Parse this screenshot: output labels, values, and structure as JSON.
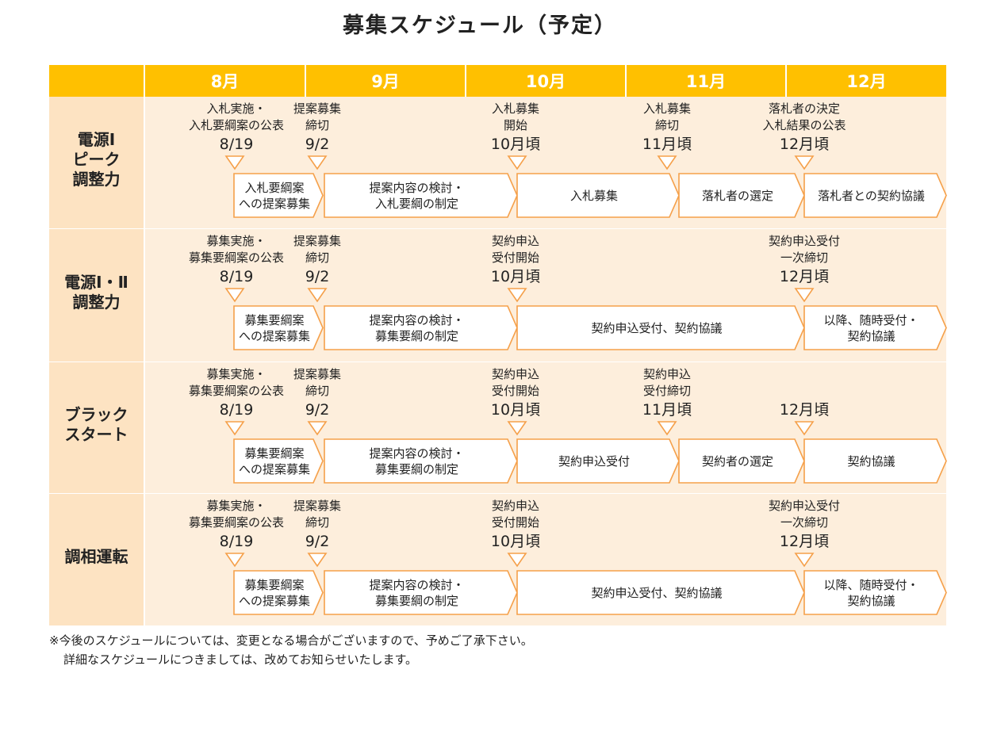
{
  "title": "募集スケジュール（予定）",
  "months": [
    "8月",
    "9月",
    "10月",
    "11月",
    "12月"
  ],
  "colors": {
    "header": "#ffc000",
    "row_dark": "#fde3c2",
    "row_light": "#fdeedc",
    "arrow": "#f5a04a"
  },
  "rows": [
    {
      "label": [
        "電源Ⅰ",
        "ピーク",
        "調整力"
      ],
      "milestones": [
        {
          "lines": [
            "入札実施・",
            "入札要綱案の公表"
          ],
          "date": "8/19"
        },
        {
          "lines": [
            "提案募集",
            "締切"
          ],
          "date": "9/2"
        },
        {
          "lines": [
            "入札募集",
            "開始"
          ],
          "date": "10月頃"
        },
        {
          "lines": [
            "入札募集",
            "締切"
          ],
          "date": "11月頃"
        },
        {
          "lines": [
            "落札者の決定",
            "入札結果の公表"
          ],
          "date": "12月頃"
        }
      ],
      "phases": [
        [
          "入札要綱案",
          "への提案募集"
        ],
        [
          "提案内容の検討・",
          "入札要綱の制定"
        ],
        [
          "入札募集"
        ],
        [
          "落札者の選定"
        ],
        [
          "落札者との契約協議"
        ]
      ]
    },
    {
      "label": [
        "電源Ⅰ・Ⅱ",
        "調整力"
      ],
      "milestones": [
        {
          "lines": [
            "募集実施・",
            "募集要綱案の公表"
          ],
          "date": "8/19"
        },
        {
          "lines": [
            "提案募集",
            "締切"
          ],
          "date": "9/2"
        },
        {
          "lines": [
            "契約申込",
            "受付開始"
          ],
          "date": "10月頃"
        },
        {
          "lines": [
            "契約申込受付",
            "一次締切"
          ],
          "date": "12月頃"
        }
      ],
      "phases": [
        [
          "募集要綱案",
          "への提案募集"
        ],
        [
          "提案内容の検討・",
          "募集要綱の制定"
        ],
        [
          "契約申込受付、契約協議"
        ],
        [
          "以降、随時受付・",
          "契約協議"
        ]
      ]
    },
    {
      "label": [
        "ブラック",
        "スタート"
      ],
      "milestones": [
        {
          "lines": [
            "募集実施・",
            "募集要綱案の公表"
          ],
          "date": "8/19"
        },
        {
          "lines": [
            "提案募集",
            "締切"
          ],
          "date": "9/2"
        },
        {
          "lines": [
            "契約申込",
            "受付開始"
          ],
          "date": "10月頃"
        },
        {
          "lines": [
            "契約申込",
            "受付締切"
          ],
          "date": "11月頃"
        },
        {
          "lines": [],
          "date": "12月頃"
        }
      ],
      "phases": [
        [
          "募集要綱案",
          "への提案募集"
        ],
        [
          "提案内容の検討・",
          "募集要綱の制定"
        ],
        [
          "契約申込受付"
        ],
        [
          "契約者の選定"
        ],
        [
          "契約協議"
        ]
      ]
    },
    {
      "label": [
        "調相運転"
      ],
      "milestones": [
        {
          "lines": [
            "募集実施・",
            "募集要綱案の公表"
          ],
          "date": "8/19"
        },
        {
          "lines": [
            "提案募集",
            "締切"
          ],
          "date": "9/2"
        },
        {
          "lines": [
            "契約申込",
            "受付開始"
          ],
          "date": "10月頃"
        },
        {
          "lines": [
            "契約申込受付",
            "一次締切"
          ],
          "date": "12月頃"
        }
      ],
      "phases": [
        [
          "募集要綱案",
          "への提案募集"
        ],
        [
          "提案内容の検討・",
          "募集要綱の制定"
        ],
        [
          "契約申込受付、契約協議"
        ],
        [
          "以降、随時受付・",
          "契約協議"
        ]
      ]
    }
  ],
  "notes": [
    "※今後のスケジュールについては、変更となる場合がございますので、予めご了承下さい。",
    "詳細なスケジュールにつきましては、改めてお知らせいたします。"
  ]
}
